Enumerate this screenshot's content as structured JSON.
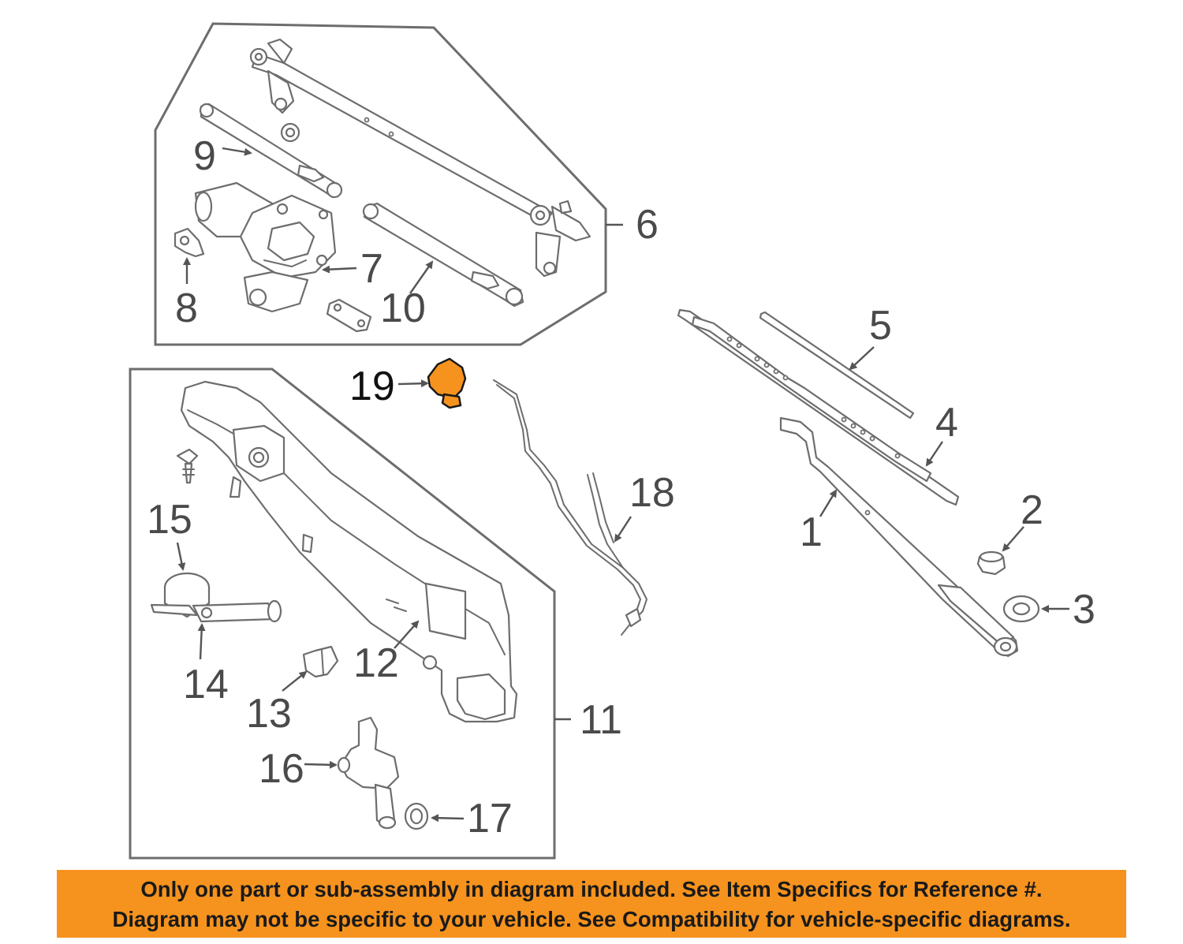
{
  "diagram": {
    "highlight_color": "#f6931e",
    "callouts": {
      "c1": "1",
      "c2": "2",
      "c3": "3",
      "c4": "4",
      "c5": "5",
      "c6": "6",
      "c7": "7",
      "c8": "8",
      "c9": "9",
      "c10": "10",
      "c11": "11",
      "c12": "12",
      "c13": "13",
      "c14": "14",
      "c15": "15",
      "c16": "16",
      "c17": "17",
      "c18": "18",
      "c19": "19"
    },
    "highlighted_callout": "19"
  },
  "disclaimer": {
    "line1": "Only one part or sub-assembly in diagram included. See Item Specifics for Reference #.",
    "line2": "Diagram may not be specific to your vehicle. See Compatibility for vehicle-specific diagrams."
  }
}
